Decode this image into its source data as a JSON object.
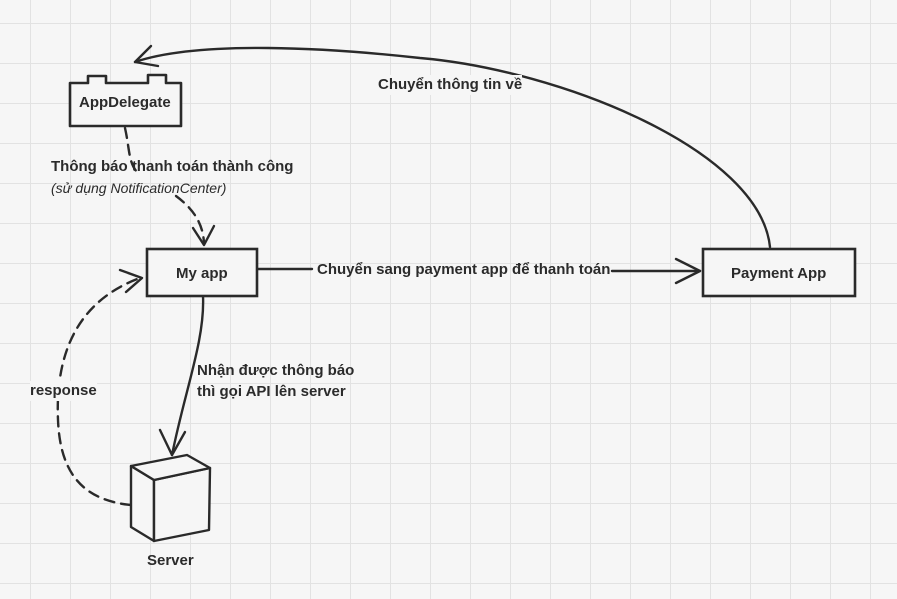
{
  "nodes": {
    "app_delegate": "AppDelegate",
    "my_app": "My app",
    "payment_app": "Payment App",
    "server": "Server"
  },
  "edges": {
    "return_info": "Chuyển thông tin về",
    "notify_success": "Thông báo thanh toán thành công",
    "notify_success_note": "(sử dụng NotificationCenter)",
    "switch_payment": "Chuyển sang payment app để thanh toán",
    "receive_notify_line1": "Nhận được thông báo",
    "receive_notify_line2": "thì gọi API lên server",
    "response": "response"
  },
  "colors": {
    "stroke": "#2a2a2a",
    "grid": "#e2e2e2",
    "background": "#f6f6f6"
  }
}
